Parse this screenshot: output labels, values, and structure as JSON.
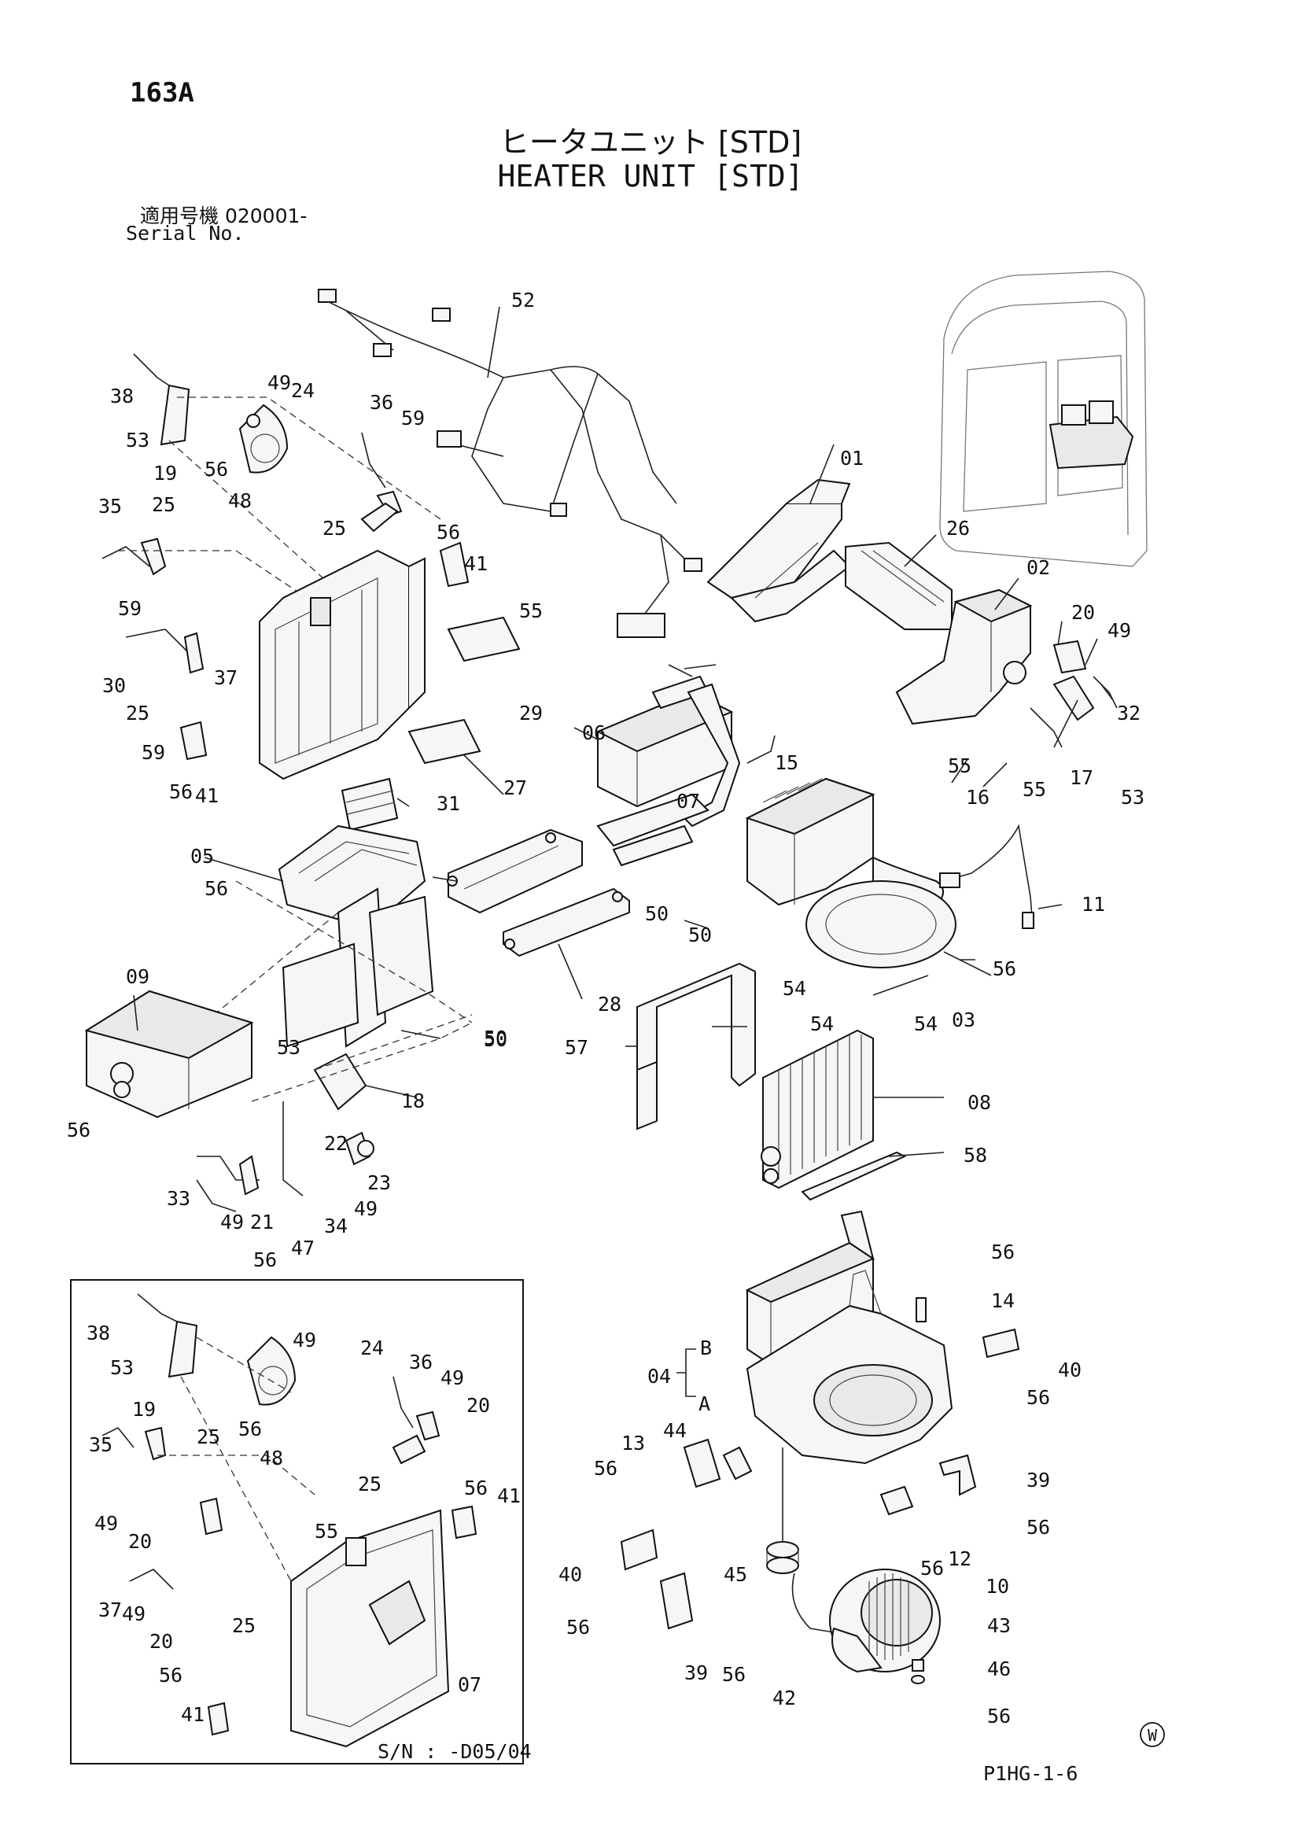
{
  "header": {
    "page_no": "163A",
    "title_jp": "ヒータユニット [STD]",
    "title_en": "HEATER UNIT [STD]",
    "serial_jp": "適用号機  020001-",
    "serial_en": "Serial No."
  },
  "inset": {
    "sn_note": "S/N : -D05/04"
  },
  "footer": {
    "page_code": "P1HG-1-6",
    "mark": "W"
  },
  "callouts_main": [
    "52",
    "38",
    "49",
    "24",
    "53",
    "19",
    "56",
    "48",
    "36",
    "59",
    "35",
    "25",
    "25",
    "59",
    "56",
    "41",
    "55",
    "30",
    "37",
    "25",
    "59",
    "56",
    "41",
    "07",
    "29",
    "31",
    "05",
    "56",
    "09",
    "56",
    "53",
    "18",
    "22",
    "23",
    "33",
    "49",
    "21",
    "49",
    "34",
    "47",
    "56",
    "50",
    "01",
    "26",
    "02",
    "20",
    "49",
    "32",
    "55",
    "16",
    "53",
    "17",
    "55",
    "06",
    "15",
    "27",
    "50",
    "50",
    "11",
    "54",
    "56",
    "54",
    "54",
    "03",
    "28",
    "50",
    "57",
    "08",
    "58"
  ],
  "callouts_04": [
    "56",
    "14",
    "40",
    "56",
    "04",
    "B",
    "A",
    "39",
    "56",
    "44",
    "13",
    "56",
    "12",
    "56",
    "40",
    "45",
    "10",
    "56",
    "43",
    "46",
    "56",
    "39",
    "56",
    "42"
  ],
  "callouts_inset": [
    "38",
    "49",
    "24",
    "53",
    "36",
    "49",
    "20",
    "19",
    "56",
    "48",
    "35",
    "25",
    "25",
    "56",
    "41",
    "49",
    "20",
    "55",
    "37",
    "49",
    "25",
    "20",
    "56",
    "41",
    "07"
  ]
}
